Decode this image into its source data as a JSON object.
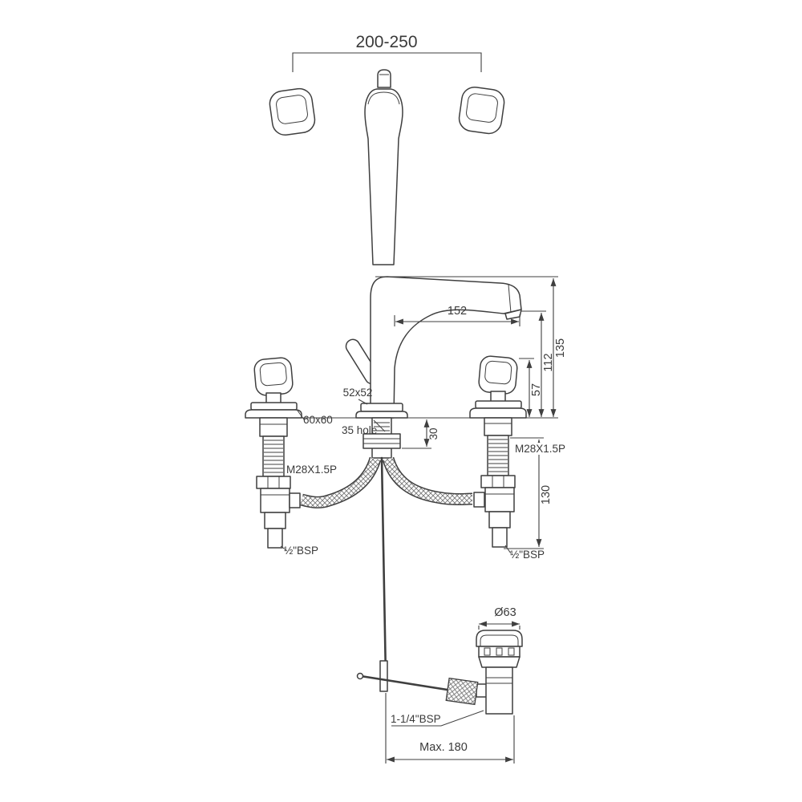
{
  "meta": {
    "description": "Technical dimension drawing of a 3-hole widespread basin mixer faucet with pop-up waste",
    "line_color": "#3f3f3f",
    "background": "#ffffff"
  },
  "dims": {
    "spread": "200-250",
    "spout_reach": "152",
    "total_height": "135",
    "spout_height": "112",
    "handle_height": "57",
    "spout_base": "52x52",
    "flange": "60x60",
    "hole": "35 hole",
    "deck_max": "30",
    "thread_left": "M28X1.5P",
    "thread_right": "M28X1.5P",
    "below_deck": "130",
    "inlet_left": "½\"BSP",
    "inlet_right": "½\"BSP",
    "waste_dia": "Ø63",
    "waste_thread": "1-1/4\"BSP",
    "max_reach": "Max. 180"
  }
}
